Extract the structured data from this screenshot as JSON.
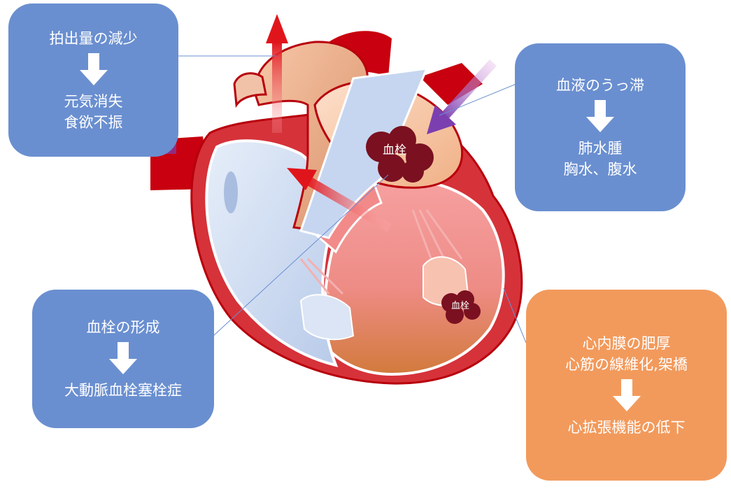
{
  "boxes": {
    "top_left": {
      "lines": [
        "拍出量の減少"
      ],
      "result": [
        "元気消失",
        "食欲不振"
      ]
    },
    "top_right": {
      "lines": [
        "血液のうっ滞"
      ],
      "result": [
        "肺水腫",
        "胸水、腹水"
      ]
    },
    "bottom_left": {
      "lines": [
        "血栓の形成"
      ],
      "result": [
        "大動脈血栓塞栓症"
      ]
    },
    "bottom_right": {
      "lines": [
        "心内膜の肥厚",
        "心筋の線維化,架橋"
      ],
      "result": [
        "心拡張機能の低下"
      ]
    }
  },
  "clots": {
    "large_label": "血栓",
    "small_label": "血栓"
  },
  "colors": {
    "box_blue": "#6a8fd0",
    "box_orange": "#f29a5c",
    "heart_red": "#c8000f",
    "clot": "#7a1020",
    "congestion_arrow": "#7b3fb0"
  }
}
